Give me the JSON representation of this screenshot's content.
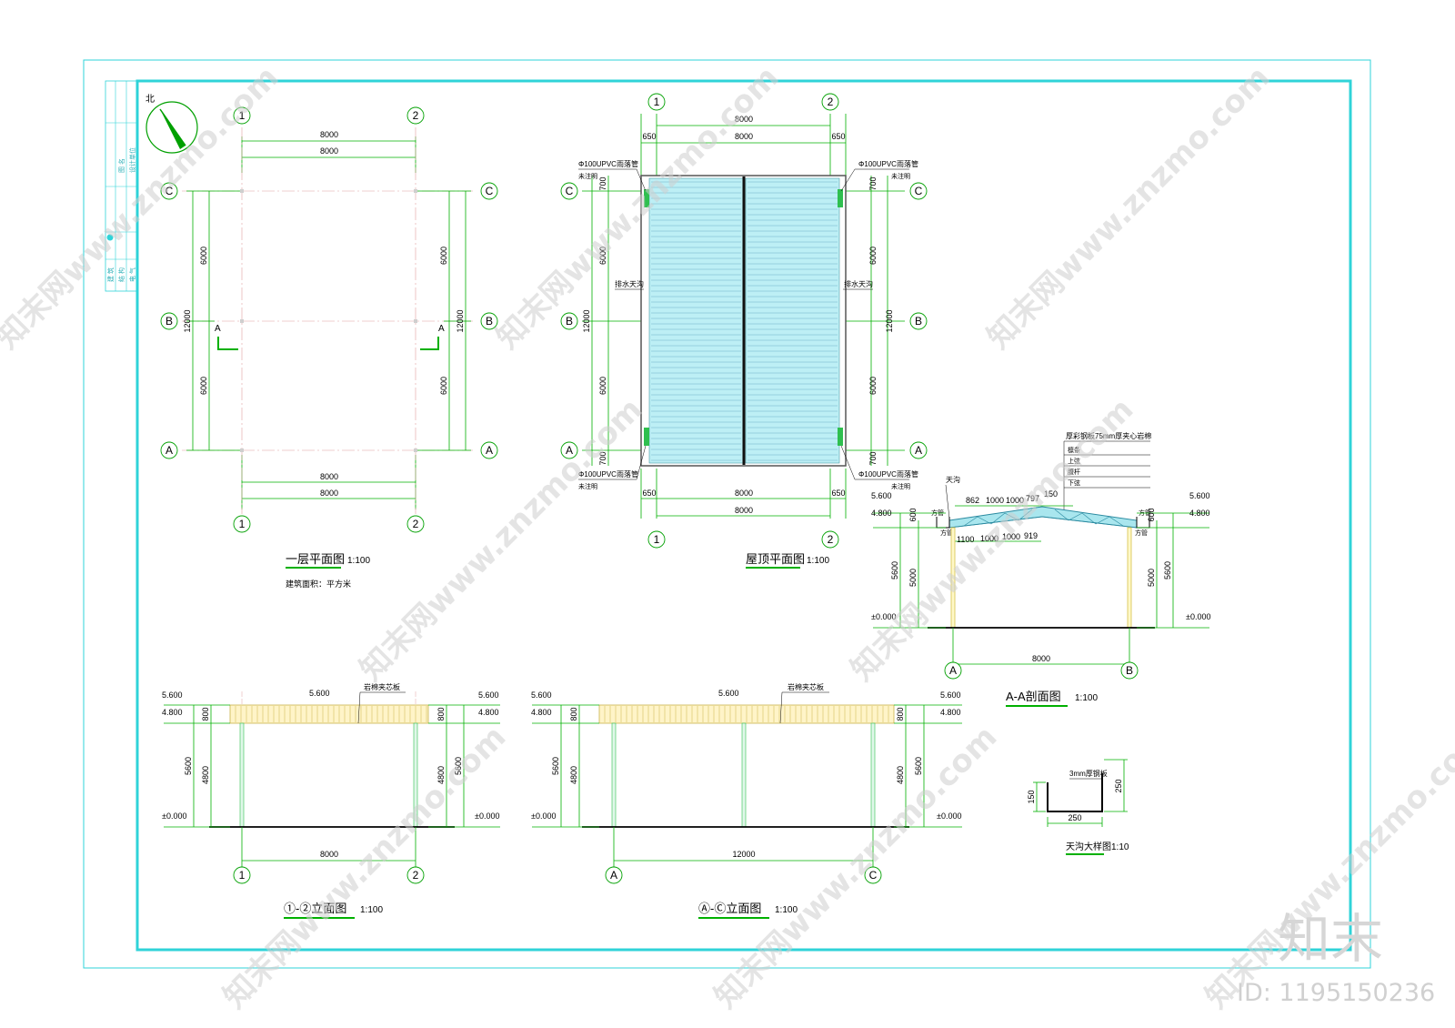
{
  "axes": {
    "one": "1",
    "two": "2",
    "a": "A",
    "b": "B",
    "c": "C"
  },
  "north_label": "北",
  "title_block": {
    "row1": "图 名",
    "row2": "设计单位",
    "row3": "建 筑",
    "row4": "结 构",
    "row5": "电 气"
  },
  "plan1": {
    "title": "一层平面图",
    "scale": "1:100",
    "area_note": "建筑面积：平方米",
    "dim_8000": "8000",
    "dim_6000": "6000",
    "dim_12000": "12000",
    "section_mark": "A"
  },
  "roof_plan": {
    "title": "屋顶平面图",
    "scale": "1:100",
    "pipe": "Φ100UPVC雨落管",
    "pipe_note": "未注明",
    "gutter": "排水天沟",
    "dim_8000": "8000",
    "dim_650": "650",
    "dim_700": "700",
    "dim_6000": "6000",
    "dim_12000": "12000"
  },
  "section": {
    "title": "A-A剖面图",
    "scale": "1:100",
    "roof_spec": "厚彩钢板75mm厚夹心岩棉",
    "layers": [
      "檩条",
      "上弦",
      "腹杆",
      "下弦"
    ],
    "gutter": "天沟",
    "column": "方管",
    "el_5600": "5.600",
    "el_4800": "4.800",
    "el_0": "±0.000",
    "dims_top": [
      "862",
      "1000",
      "1000",
      "797",
      "150"
    ],
    "dims_bottom": [
      "1100",
      "1000",
      "1000",
      "919"
    ],
    "dim_600": "600",
    "dim_5600": "5600",
    "dim_5000": "5000",
    "dim_8000": "8000"
  },
  "elev1": {
    "title_prefix": "①-②立面图",
    "scale": "1:100",
    "panel": "岩棉夹芯板",
    "el_5600": "5.600",
    "el_4800": "4.800",
    "el_0": "±0.000",
    "dim_800": "800",
    "dim_5600": "5600",
    "dim_4800": "4800",
    "dim_8000": "8000"
  },
  "elev2": {
    "title_prefix": "Ⓐ-Ⓒ立面图",
    "scale": "1:100",
    "panel": "岩棉夹芯板",
    "dim_12000": "12000"
  },
  "detail": {
    "title": "天沟大样图",
    "scale": "1:10",
    "note": "3mm厚钢板",
    "dim_250": "250",
    "dim_150": "150"
  },
  "watermark": {
    "text": "知末网www.znzmo.com",
    "brand": "知末",
    "id": "ID: 1195150236"
  },
  "colors": {
    "frame": "#2fd3d8",
    "dimension": "#00b000",
    "roof_fill": "#a9e6ee",
    "panel_fill": "#fff4c8"
  }
}
